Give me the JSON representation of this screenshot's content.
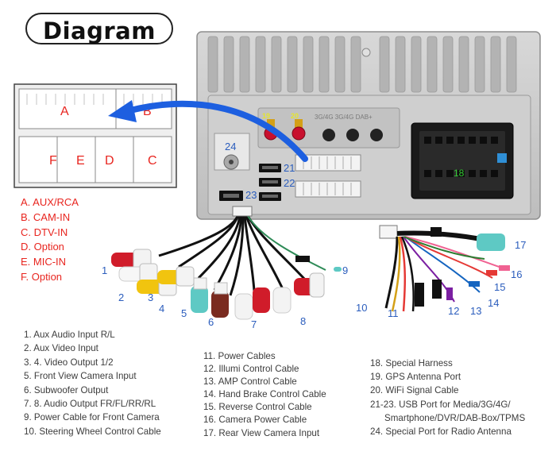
{
  "title": "Diagram",
  "connector_letters": [
    "A",
    "B",
    "F",
    "E",
    "D",
    "C"
  ],
  "port_numbers": {
    "n9": "9",
    "n10": "10",
    "n11": "11",
    "n17": "17",
    "n18": "18",
    "n19": "19",
    "n21": "21",
    "n22": "22",
    "n23": "23",
    "n24": "24"
  },
  "back_panel_labels": [
    "3G/4G 3G/4G DAB+"
  ],
  "rca_numbers": [
    "1",
    "2",
    "3",
    "4",
    "5",
    "6",
    "7",
    "8"
  ],
  "harness_numbers": [
    "12",
    "13",
    "14",
    "15",
    "16"
  ],
  "legend_letters": [
    "A. AUX/RCA",
    "B. CAM-IN",
    "C. DTV-IN",
    "D. Option",
    "E. MIC-IN",
    "F. Option"
  ],
  "list_col1": [
    "1. Aux Audio Input R/L",
    "2. Aux Video Input",
    "3. 4. Video Output 1/2",
    "5. Front View Camera Input",
    "6. Subwoofer Output",
    "7. 8. Audio Output FR/FL/RR/RL",
    "9. Power Cable for Front Camera",
    "10. Steering Wheel Control Cable"
  ],
  "list_col2": [
    "11. Power Cables",
    "12. Illumi Control Cable",
    "13. AMP Control Cable",
    "14. Hand Brake Control Cable",
    "15. Reverse Control Cable",
    "16. Camera Power Cable",
    "17. Rear View Camera Input"
  ],
  "list_col3": [
    "18. Special Harness",
    "19. GPS Antenna Port",
    "20. WiFi Signal Cable",
    "21-23. USB Port for Media/3G/4G/",
    "Smartphone/DVR/DAB-Box/TPMS",
    "24. Special Port for Radio Antenna"
  ],
  "colors": {
    "legend_red": "#e8251f",
    "number_blue": "#2b5dbd",
    "arrow_blue": "#1d5fe0",
    "panel_gray": "#c9c9c9",
    "antenna_red": "#c8102e",
    "antenna_gold": "#d4a017",
    "teal_connector": "#5ec9c4"
  }
}
